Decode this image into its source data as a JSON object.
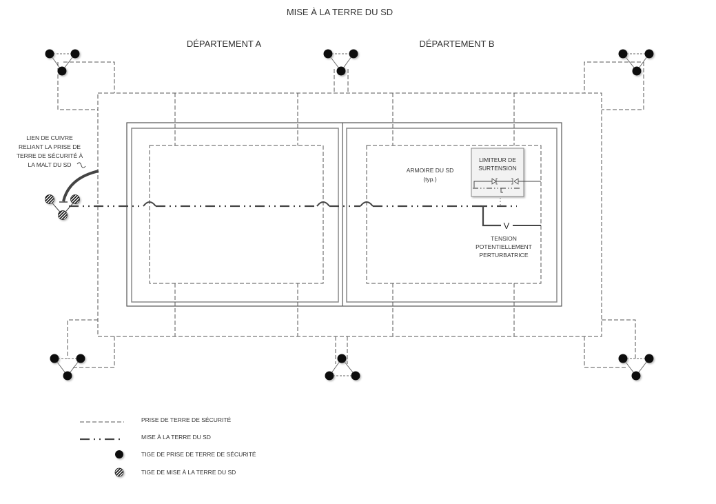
{
  "title": "MISE À LA TERRE DU SD",
  "departments": [
    {
      "label": "DÉPARTEMENT A"
    },
    {
      "label": "DÉPARTEMENT B"
    }
  ],
  "annotations": {
    "copper_link": [
      "LIEN DE CUIVRE",
      "RELIANT LA PRISE DE",
      "TERRE DE SÉCURITÉ À",
      "LA MALT DU SD"
    ],
    "cabinet": [
      "ARMOIRE DU SD",
      "(typ.)"
    ],
    "surge_limiter": [
      "LIMITEUR DE",
      "SURTENSION"
    ],
    "voltage_symbol": "V",
    "voltage_note": [
      "TENSION",
      "POTENTIELLEMENT",
      "PERTURBATRICE"
    ]
  },
  "legend": [
    {
      "symbol": "dashed-line",
      "label": "PRISE DE TERRE DE SÉCURITÉ"
    },
    {
      "symbol": "dash-dot-dot-line",
      "label": "MISE À LA TERRE DU SD"
    },
    {
      "symbol": "solid-black-dot",
      "label": "TIGE DE PRISE DE TERRE DE SÉCURITÉ"
    },
    {
      "symbol": "hatched-dot",
      "label": "TIGE DE MISE À LA TERRE DU SD"
    }
  ],
  "colors": {
    "line": "#555555",
    "rod_fill": "#111111",
    "limiter_box": "#f2f2f2"
  }
}
